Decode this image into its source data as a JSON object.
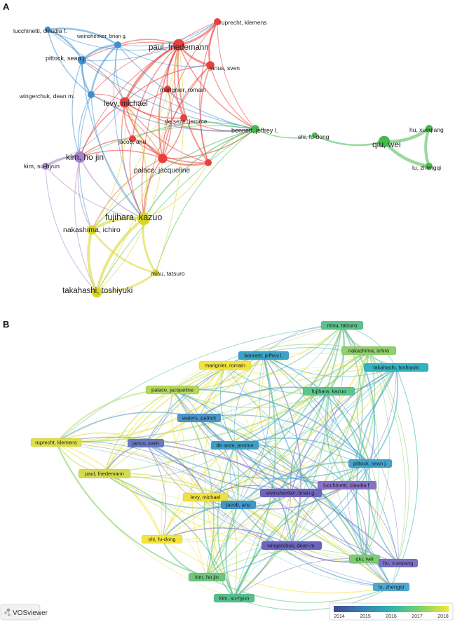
{
  "panels": {
    "a": {
      "letter": "A"
    },
    "b": {
      "letter": "B"
    }
  },
  "network_a": {
    "nodes": [
      {
        "id": "lucchinetti",
        "label": "lucchinetti, claudia f.",
        "cluster": "blue",
        "weight": 4
      },
      {
        "id": "weinshenker",
        "label": "weinshenker, brian g.",
        "cluster": "blue",
        "weight": 5
      },
      {
        "id": "pittock",
        "label": "pittock, sean j.",
        "cluster": "blue",
        "weight": 6
      },
      {
        "id": "wingerchuk",
        "label": "wingerchuk, dean m.",
        "cluster": "blue",
        "weight": 5
      },
      {
        "id": "ruprecht",
        "label": "ruprecht, klemens",
        "cluster": "red",
        "weight": 5
      },
      {
        "id": "paul",
        "label": "paul, friedemann",
        "cluster": "red",
        "weight": 9
      },
      {
        "id": "jarius",
        "label": "jarius, sven",
        "cluster": "red",
        "weight": 6
      },
      {
        "id": "marignier",
        "label": "marignier, romain",
        "cluster": "red",
        "weight": 5
      },
      {
        "id": "levy",
        "label": "levy, michael",
        "cluster": "red",
        "weight": 8
      },
      {
        "id": "deseze",
        "label": "de seze, jerome",
        "cluster": "red",
        "weight": 5
      },
      {
        "id": "jacob",
        "label": "jacob, anu",
        "cluster": "red",
        "weight": 5
      },
      {
        "id": "palace",
        "label": "palace, jacqueline",
        "cluster": "red",
        "weight": 7
      },
      {
        "id": "waters",
        "label": "",
        "cluster": "red",
        "weight": 5
      },
      {
        "id": "bennett",
        "label": "bennett, jeffrey l.",
        "cluster": "green",
        "weight": 6
      },
      {
        "id": "shi",
        "label": "shi, fu-dong",
        "cluster": "green",
        "weight": 4
      },
      {
        "id": "qiu",
        "label": "qiu, wei",
        "cluster": "green",
        "weight": 9
      },
      {
        "id": "hu",
        "label": "hu, xueqiang",
        "cluster": "green",
        "weight": 5
      },
      {
        "id": "lu",
        "label": "lu, zhengqi",
        "cluster": "green",
        "weight": 5
      },
      {
        "id": "kimho",
        "label": "kim, ho jin",
        "cluster": "purple",
        "weight": 9
      },
      {
        "id": "kimsu",
        "label": "kim, su-hyun",
        "cluster": "purple",
        "weight": 5
      },
      {
        "id": "fujihara",
        "label": "fujihara, kazuo",
        "cluster": "yellow",
        "weight": 10
      },
      {
        "id": "nakashima",
        "label": "nakashima, ichiro",
        "cluster": "yellow",
        "weight": 7
      },
      {
        "id": "misu",
        "label": "misu, tatsuro",
        "cluster": "yellow",
        "weight": 5
      },
      {
        "id": "takahashi",
        "label": "takahashi, toshiyuki",
        "cluster": "yellow",
        "weight": 8
      }
    ],
    "cluster_colors": {
      "red": "#e8413b",
      "blue": "#3d8fd1",
      "green": "#47b84b",
      "purple": "#a383c9",
      "yellow": "#d6d62a"
    }
  },
  "network_b": {
    "nodes": [
      {
        "label": "misu, tatsuro",
        "color": "#5cc08a"
      },
      {
        "label": "bennett, jeffrey l.",
        "color": "#3aa3c9"
      },
      {
        "label": "nakashima, ichiro",
        "color": "#8fd06a"
      },
      {
        "label": "marignier, romain",
        "color": "#f2e43b"
      },
      {
        "label": "takahashi, toshiyuki",
        "color": "#33b2c2"
      },
      {
        "label": "palace, jacqueline",
        "color": "#b5d85a"
      },
      {
        "label": "fujihara, kazuo",
        "color": "#5ac78e"
      },
      {
        "label": "waters, patrick",
        "color": "#4a95c9"
      },
      {
        "label": "ruprecht, klemens",
        "color": "#dfe04a"
      },
      {
        "label": "jarius, sven",
        "color": "#6a79c2"
      },
      {
        "label": "de seze, jerome",
        "color": "#3d9fc8"
      },
      {
        "label": "pittock, sean j.",
        "color": "#43a3cc"
      },
      {
        "label": "paul, friedemann",
        "color": "#d5dc4c"
      },
      {
        "label": "lucchinetti, claudia f.",
        "color": "#8a70c6"
      },
      {
        "label": "weinshenker, brian g.",
        "color": "#7263bf"
      },
      {
        "label": "levy, michael",
        "color": "#f0e23e"
      },
      {
        "label": "jacob, anu",
        "color": "#3f98c9"
      },
      {
        "label": "shi, fu-dong",
        "color": "#f4e538"
      },
      {
        "label": "wingerchuk, dean m.",
        "color": "#6b63be"
      },
      {
        "label": "qiu, wei",
        "color": "#7ccd70"
      },
      {
        "label": "hu, xueqiang",
        "color": "#7c71c6"
      },
      {
        "label": "kim, ho jin",
        "color": "#6cc77c"
      },
      {
        "label": "lu, zhengqi",
        "color": "#4ea8d2"
      },
      {
        "label": "kim, su-hyun",
        "color": "#55c08e"
      }
    ],
    "colorbar": {
      "ticks": [
        "2014",
        "2015",
        "2016",
        "2017",
        "2018"
      ],
      "gradient": [
        "#3f4a8a",
        "#3b7fb4",
        "#2fb3ad",
        "#7fd06a",
        "#f5e639"
      ]
    }
  },
  "logo": {
    "text": "VOSviewer"
  }
}
